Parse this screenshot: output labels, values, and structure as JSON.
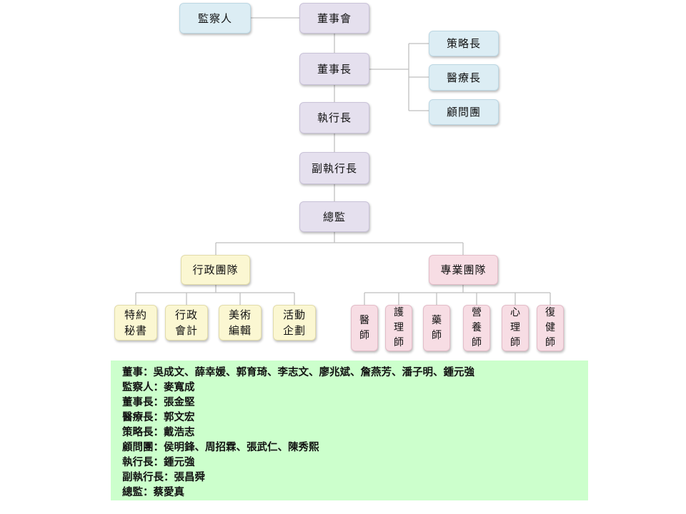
{
  "org": {
    "board": "董事會",
    "supervisor": "監察人",
    "chairman": "董事長",
    "strategy": "策略長",
    "medical_chief": "醫療長",
    "advisors": "顧問團",
    "ceo": "執行長",
    "deputy_ceo": "副執行長",
    "director": "總監",
    "admin_team": "行政團隊",
    "pro_team": "專業團隊",
    "admin_units": [
      "特約\n秘書",
      "行政\n會計",
      "美術\n編輯",
      "活動\n企劃"
    ],
    "pro_units": [
      "醫\n師",
      "護\n理\n師",
      "藥\n師",
      "營\n養\n師",
      "心\n理\n師",
      "復\n健\n師"
    ]
  },
  "notes": [
    "董事：吳成文、薛幸媛、郭育琦、李志文、廖兆斌、詹燕芳、潘子明、鍾元強",
    "監察人：麥寬成",
    "董事長：張金堅",
    "醫療長：郭文宏",
    "策略長：戴浩志",
    "顧問團：侯明鋒、周招霖、張武仁、陳秀熙",
    "執行長：鍾元強",
    "副執行長：張昌舜",
    "總監：蔡愛真"
  ],
  "colors": {
    "leadership": "#e5e0ee",
    "side": "#dcedf4",
    "admin": "#fbf7d2",
    "professional": "#f7dde4",
    "notes_bg": "#ccffcc",
    "connector": "#bfbfbf"
  }
}
